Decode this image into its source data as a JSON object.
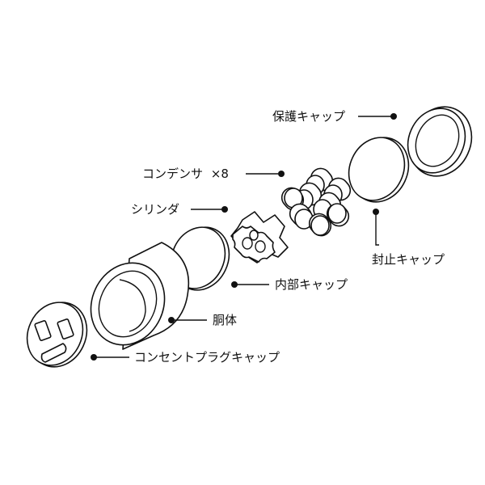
{
  "labels": {
    "protective_cap": "保護キャップ",
    "capacitor": "コンデンサ",
    "capacitor_count": "×8",
    "cylinder": "シリンダ",
    "sealing_cap": "封止キャップ",
    "inner_cap": "内部キャップ",
    "body": "胴体",
    "outlet_plug_cap": "コンセントプラグキャップ"
  },
  "colors": {
    "line": "#111111",
    "background": "#ffffff"
  },
  "icons": {
    "leader_end": "filled-dot"
  }
}
